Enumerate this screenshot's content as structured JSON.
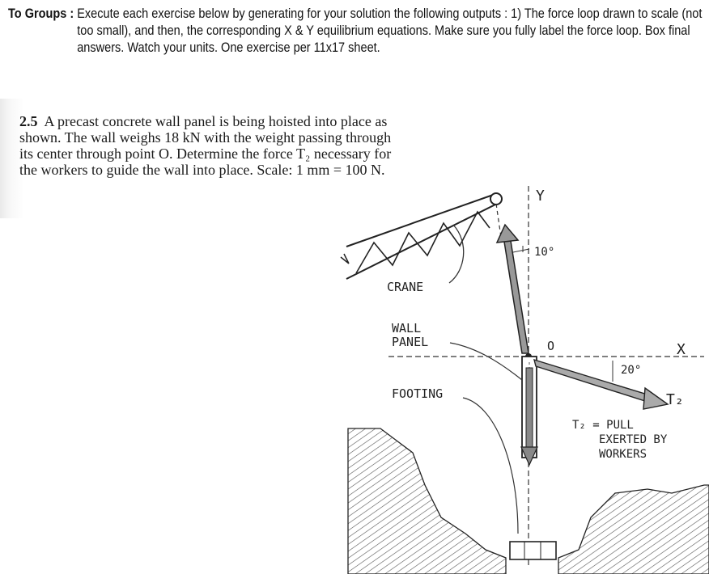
{
  "instructions": {
    "lead": "To Groups :",
    "body": "Execute each exercise below by generating for your solution the following outputs : 1) The force loop drawn to scale (not too small), and then, the corresponding X & Y equilibrium equations. Make sure you fully label the force loop. Box final answers. Watch your units. One exercise per 11x17 sheet."
  },
  "problem": {
    "number": "2.5",
    "text": "A precast concrete wall panel is being hoisted into place as shown. The wall weighs 18 kN with the weight passing through its center through point O. Determine the force T₂ necessary for the workers to guide the wall into place. Scale: 1 mm = 100 N."
  },
  "figure": {
    "labels": {
      "y_axis": "Y",
      "x_axis": "X",
      "angle_top": "10°",
      "point": "O",
      "angle_right": "20°",
      "force": "T₂",
      "crane": "CRANE",
      "wall_1": "WALL",
      "wall_2": "PANEL",
      "footing": "FOOTING",
      "note_1": "T₂ = PULL",
      "note_2": "EXERTED BY",
      "note_3": "WORKERS"
    }
  }
}
